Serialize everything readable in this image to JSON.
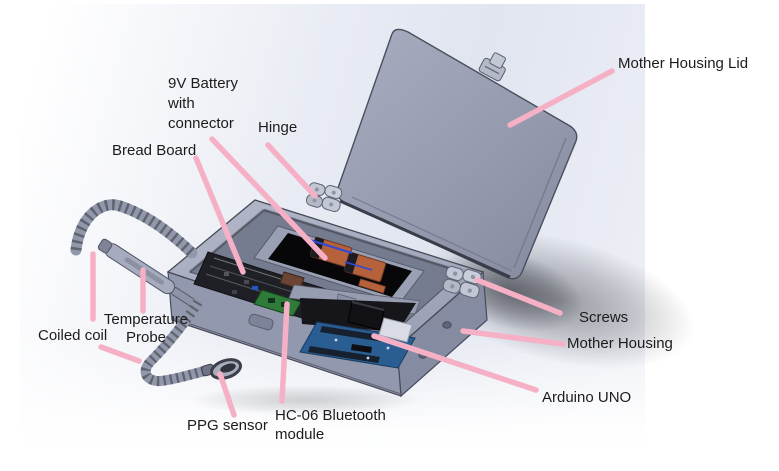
{
  "figure_type": "labeled-cad-assembly-diagram",
  "labels": {
    "battery": {
      "text": "9V Battery\nwith\nconnector"
    },
    "breadboard": {
      "text": "Bread Board"
    },
    "hinge": {
      "text": "Hinge"
    },
    "lid": {
      "text": "Mother Housing Lid"
    },
    "screws": {
      "text": "Screws"
    },
    "housing": {
      "text": "Mother Housing"
    },
    "arduino": {
      "text": "Arduino UNO"
    },
    "hc06": {
      "text": "HC-06 Bluetooth\nmodule"
    },
    "ppg": {
      "text": "PPG sensor"
    },
    "coil": {
      "text": "Coiled coil"
    },
    "probe": {
      "text": "Temperature\nProbe"
    }
  },
  "colors": {
    "callout_line": "#f6b0c6",
    "label_text": "#1c1c1c",
    "viewport_tint": "#e4e8f2",
    "housing_gray": "#a9aec2",
    "lid_gray": "#989db0",
    "arduino_blue": "#2a5d92",
    "battery_orange": "#b4613c",
    "hc06_green": "#2e7b3a",
    "breadboard_dark": "#1f2026",
    "shadow": "#23252d"
  }
}
